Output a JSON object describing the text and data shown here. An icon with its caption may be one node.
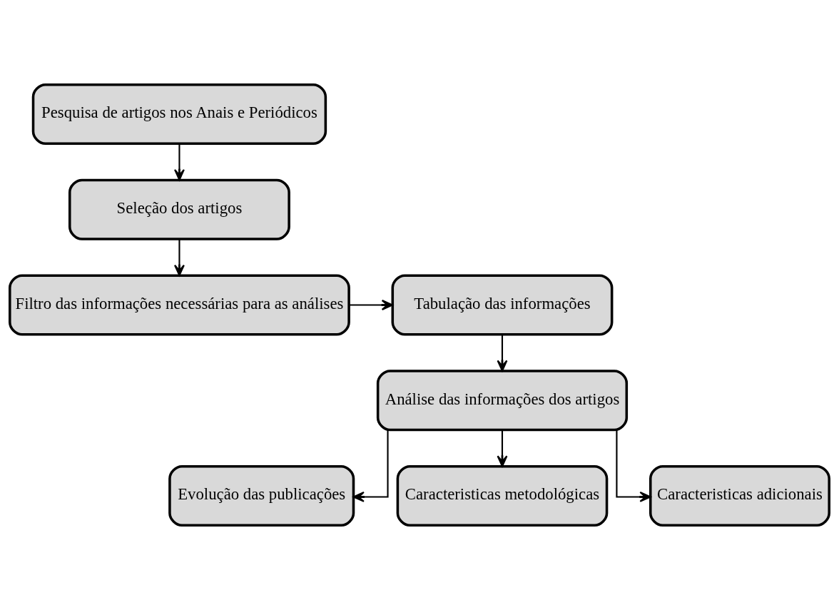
{
  "diagram": {
    "nodes": [
      {
        "text": [
          "Pesquisa de artigos nos Anais e Periódicos"
        ]
      },
      {
        "text": [
          "Seleção dos artigos"
        ]
      },
      {
        "text": [
          "Filtro das informações necessárias para as análises"
        ]
      },
      {
        "text": [
          "Tabulação das informações"
        ]
      },
      {
        "text": [
          "Análise das informações dos artigos"
        ]
      },
      {
        "text": [
          "Evolução das publicações"
        ]
      },
      {
        "text": [
          "Caracteristicas metodológicas"
        ]
      },
      {
        "text": [
          "Caracteristicas adicionais"
        ]
      }
    ],
    "edges": [
      {
        "from": 0,
        "to": 1,
        "arrow": "to"
      },
      {
        "from": 1,
        "to": 2,
        "arrow": "to"
      },
      {
        "from": 2,
        "to": 3,
        "arrow": "to"
      },
      {
        "from": 3,
        "to": 4,
        "arrow": "to"
      },
      {
        "from": 4,
        "to": 5,
        "arrow": "to"
      },
      {
        "from": 4,
        "to": 6,
        "arrow": "to"
      },
      {
        "from": 4,
        "to": 7,
        "arrow": "to"
      }
    ]
  }
}
